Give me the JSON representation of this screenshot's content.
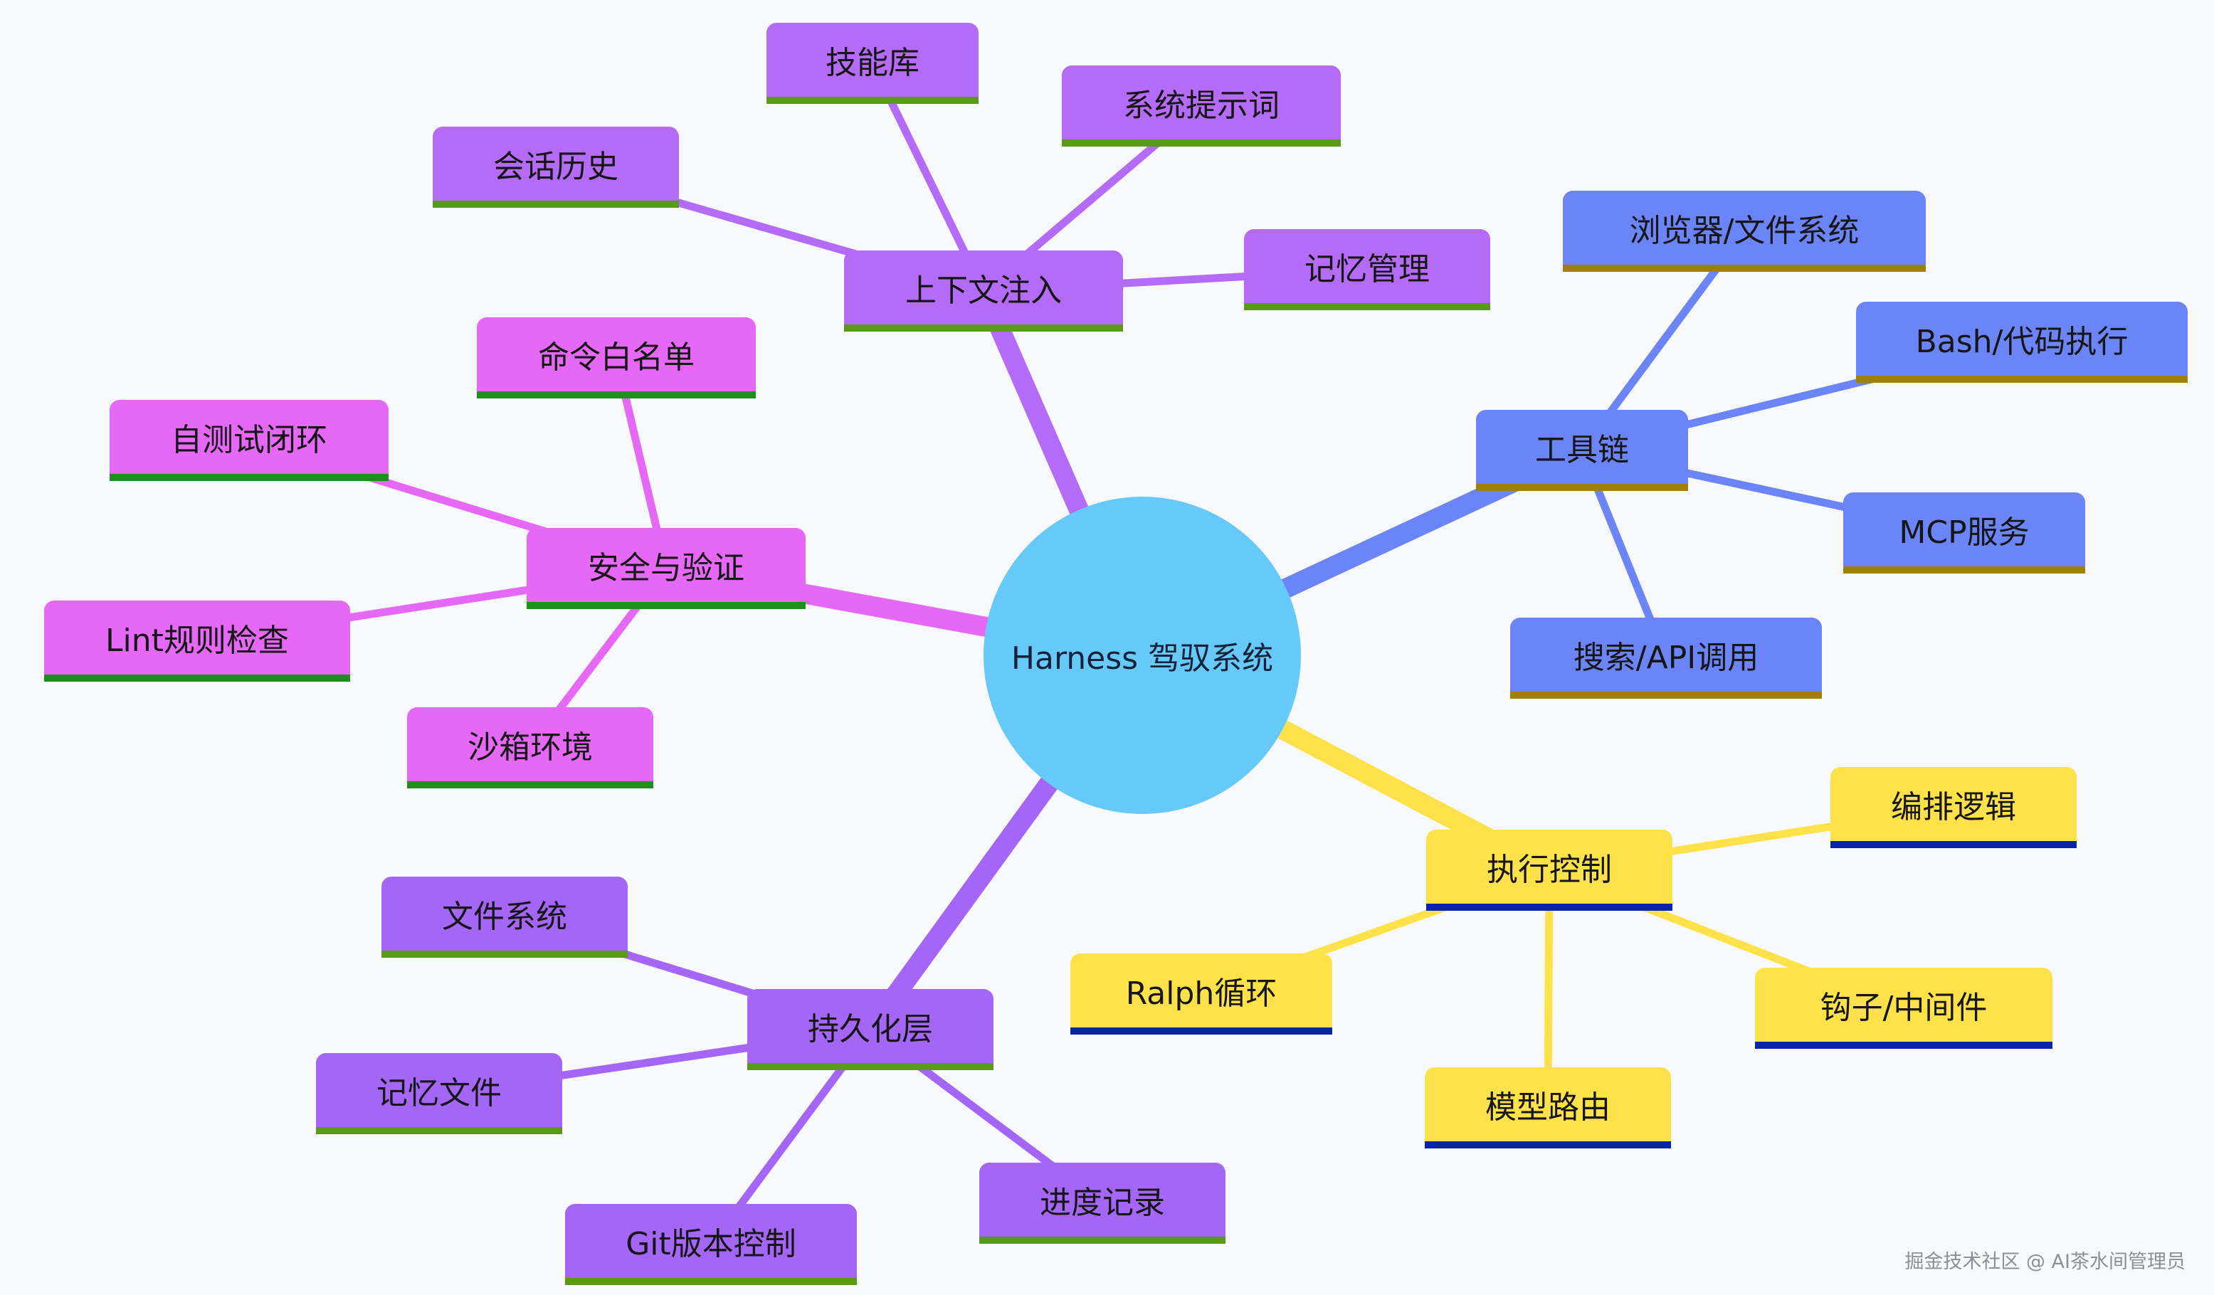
{
  "mindmap": {
    "center": {
      "label": "Harness 驾驭系统",
      "color": "#67c8fa"
    },
    "branches": [
      {
        "id": "context",
        "label": "上下文注入",
        "color": "#b46bf7",
        "underline": "#5a9a18",
        "children": [
          "技能库",
          "系统提示词",
          "会话历史",
          "记忆管理"
        ]
      },
      {
        "id": "tools",
        "label": "工具链",
        "color": "#6b84f7",
        "underline": "#a07f0a",
        "children": [
          "浏览器/文件系统",
          "Bash/代码执行",
          "MCP服务",
          "搜索/API调用"
        ]
      },
      {
        "id": "security",
        "label": "安全与验证",
        "color": "#e668f7",
        "underline": "#1e8f1e",
        "children": [
          "命令白名单",
          "自测试闭环",
          "Lint规则检查",
          "沙箱环境"
        ]
      },
      {
        "id": "exec",
        "label": "执行控制",
        "color": "#ffe14a",
        "underline": "#0a24a8",
        "children": [
          "编排逻辑",
          "Ralph循环",
          "钩子/中间件",
          "模型路由"
        ]
      },
      {
        "id": "persist",
        "label": "持久化层",
        "color": "#a366f7",
        "underline": "#5a9a18",
        "children": [
          "文件系统",
          "记忆文件",
          "Git版本控制",
          "进度记录"
        ]
      }
    ]
  },
  "watermark": "掘金技术社区 @ AI茶水间管理员"
}
